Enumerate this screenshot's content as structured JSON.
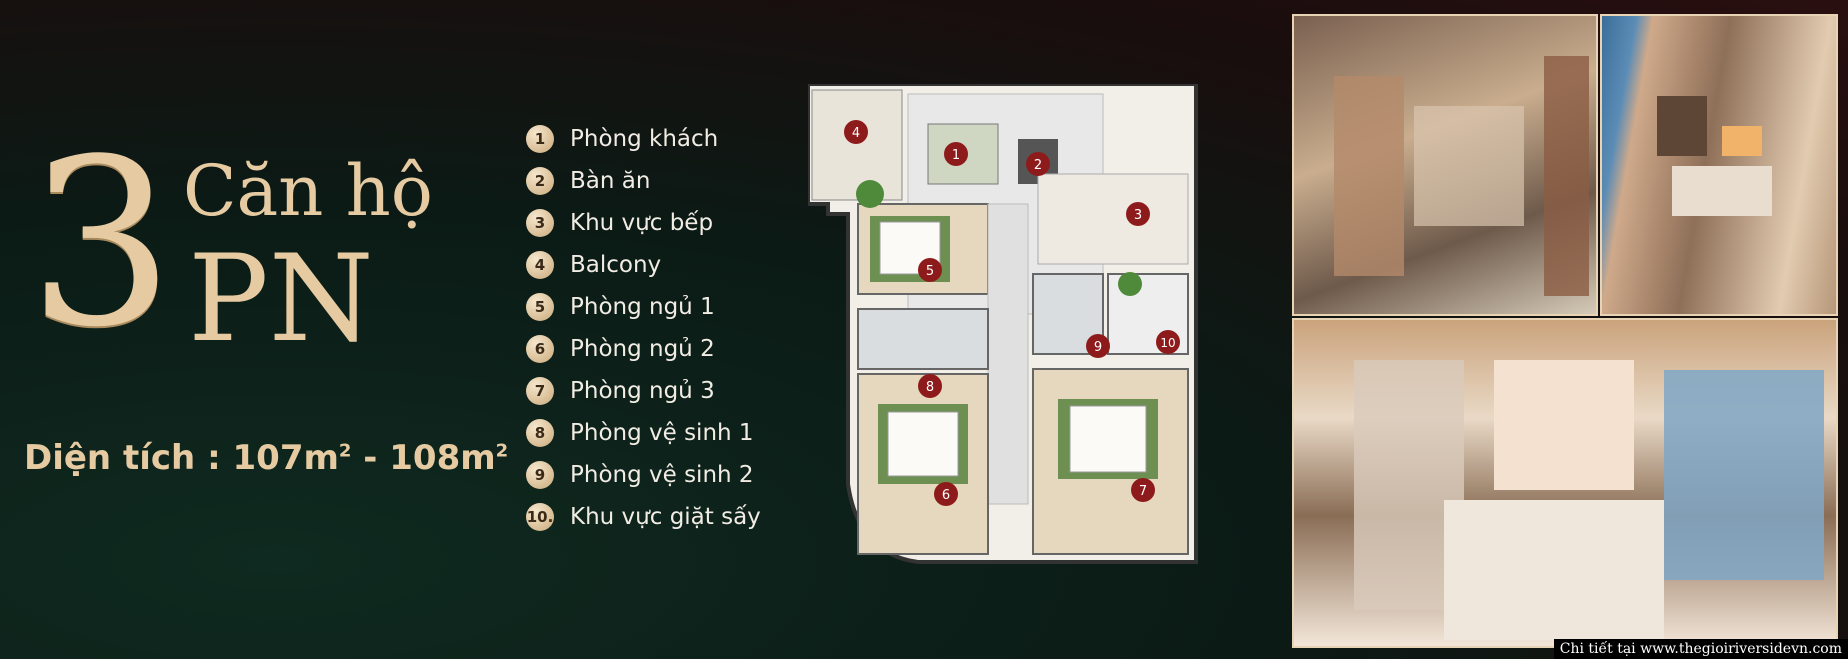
{
  "title": {
    "number": "3",
    "line1": "Căn hộ",
    "line2": "PN"
  },
  "area": {
    "label": "Diện tích : ",
    "min": "107m",
    "sep": " - ",
    "max": "108m",
    "unit_sup": "2"
  },
  "legend": [
    {
      "num": "1",
      "label": "Phòng khách"
    },
    {
      "num": "2",
      "label": "Bàn ăn"
    },
    {
      "num": "3",
      "label": "Khu vực bếp"
    },
    {
      "num": "4",
      "label": "Balcony"
    },
    {
      "num": "5",
      "label": "Phòng ngủ 1"
    },
    {
      "num": "6",
      "label": "Phòng ngủ 2"
    },
    {
      "num": "7",
      "label": "Phòng ngủ 3"
    },
    {
      "num": "8",
      "label": "Phòng vệ sinh 1"
    },
    {
      "num": "9",
      "label": "Phòng vệ sinh 2"
    },
    {
      "num": "10.",
      "label": "Khu vực giặt sấy"
    }
  ],
  "plan_markers": [
    "1",
    "2",
    "3",
    "4",
    "5",
    "6",
    "7",
    "8",
    "9",
    "10"
  ],
  "footer": "Chi tiết tại www.thegioiriversidevn.com",
  "colors": {
    "gold": "#e6cba2",
    "marker": "#8e1b1b"
  }
}
